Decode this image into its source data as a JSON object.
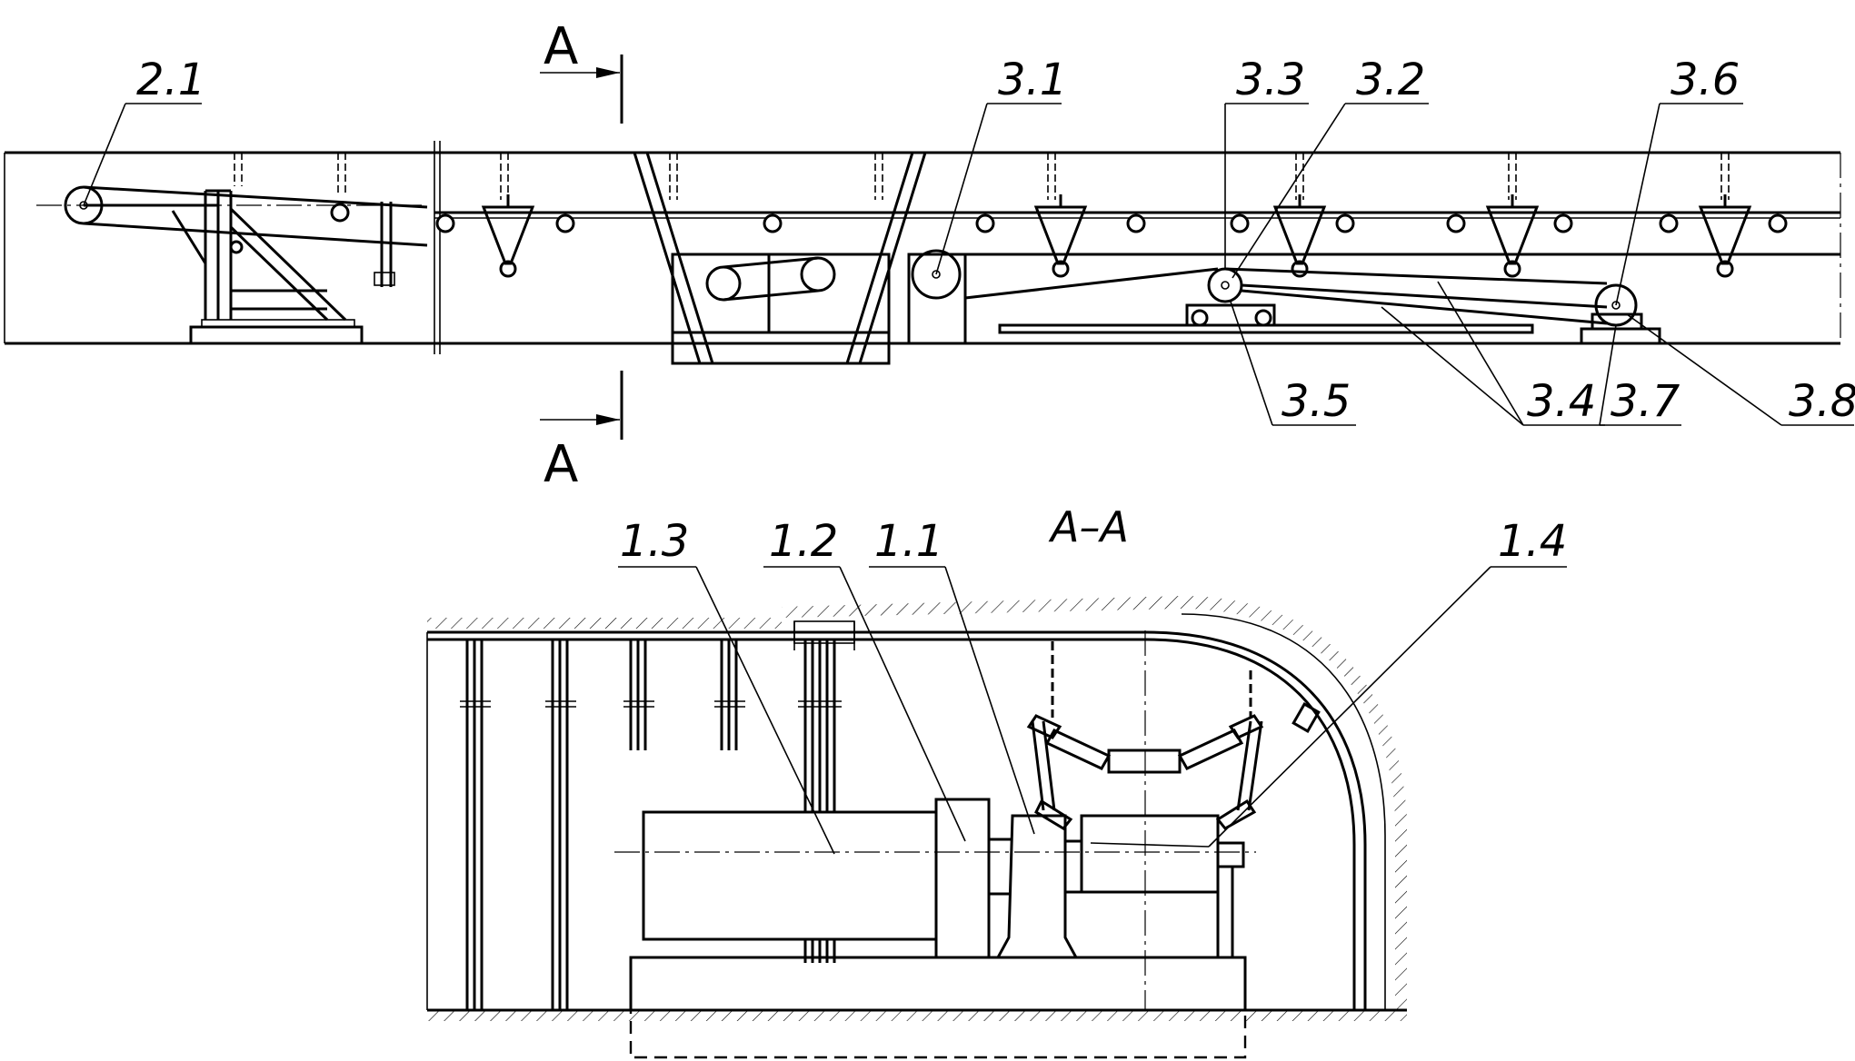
{
  "section_markers": {
    "top": "A",
    "bottom": "A"
  },
  "section_view_title": "A–A",
  "callouts": {
    "c2_1": "2.1",
    "c3_1": "3.1",
    "c3_3": "3.3",
    "c3_2": "3.2",
    "c3_6": "3.6",
    "c3_5": "3.5",
    "c3_4": "3.4",
    "c3_7": "3.7",
    "c3_8": "3.8",
    "c1_3": "1.3",
    "c1_2": "1.2",
    "c1_1": "1.1",
    "c1_4": "1.4"
  }
}
